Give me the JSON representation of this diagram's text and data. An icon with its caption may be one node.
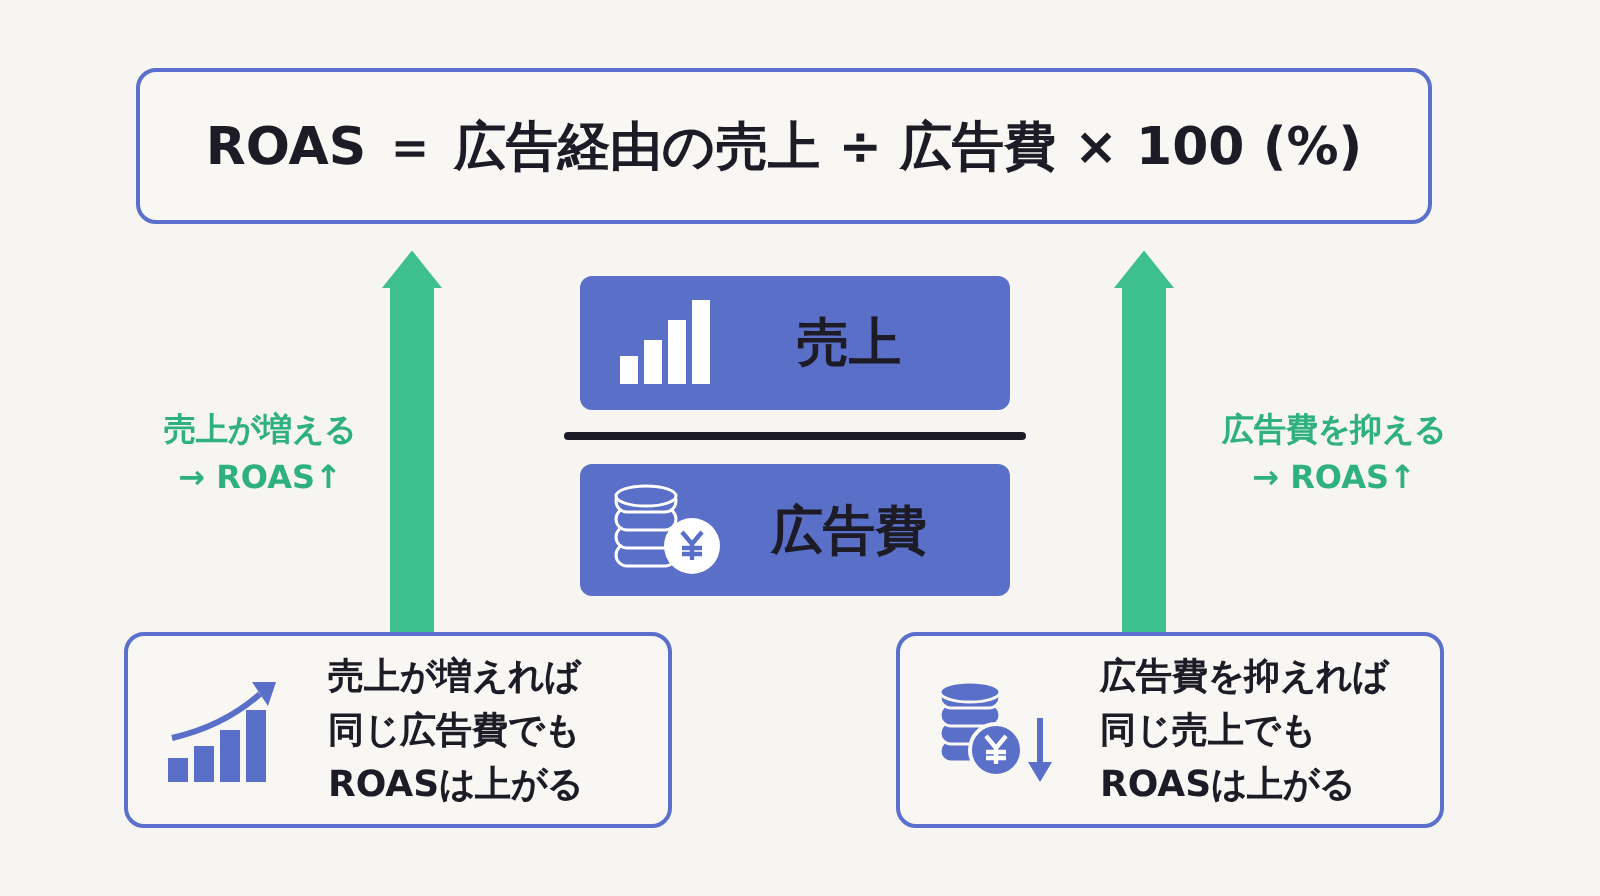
{
  "diagram": {
    "nodes": [
      {
        "text": [
          "ROAS ＝ 広告経由の売上 ÷ 広告費 × 100 (%)"
        ]
      },
      {
        "text": [
          "売上"
        ]
      },
      {
        "text": [
          "広告費"
        ]
      },
      {
        "text": [
          "売上が増えれば同じ広告費でもROASは上がる"
        ]
      },
      {
        "text": [
          "広告費を抑えれば同じ売上でもROASは上がる"
        ]
      }
    ],
    "edges": [
      {
        "from": 3,
        "to": 0,
        "arrow": "to",
        "label": "売上が増える → ROAS↑"
      },
      {
        "from": 4,
        "to": 0,
        "arrow": "to",
        "label": "広告費を抑える → ROAS↑"
      }
    ]
  }
}
